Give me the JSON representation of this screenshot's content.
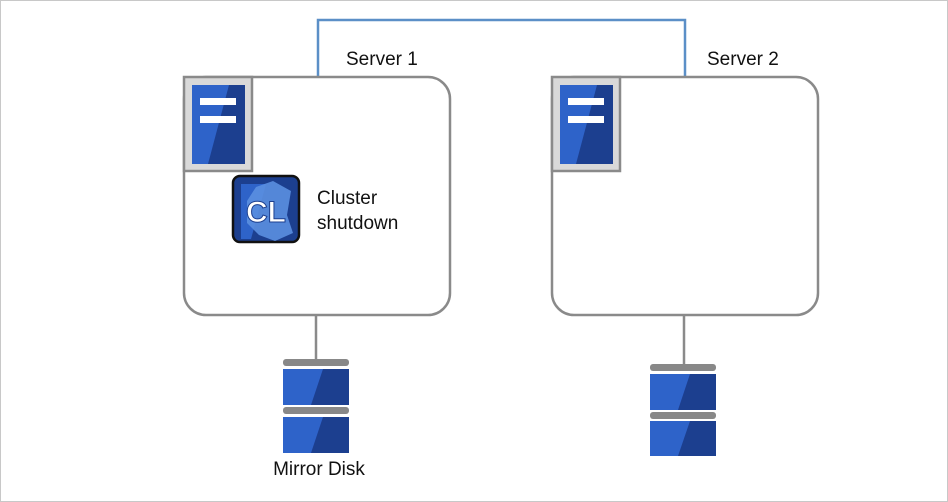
{
  "server1": {
    "label": "Server 1"
  },
  "server2": {
    "label": "Server 2"
  },
  "event": {
    "badge_text": "CL",
    "line1": "Cluster",
    "line2": "shutdown"
  },
  "disk1": {
    "label": "Mirror Disk"
  },
  "colors": {
    "network": "#5b8fc7",
    "box_border": "#8a8a8a",
    "blue": "#2e63c9",
    "blue_dark": "#1c3f8f",
    "gray": "#888888"
  }
}
